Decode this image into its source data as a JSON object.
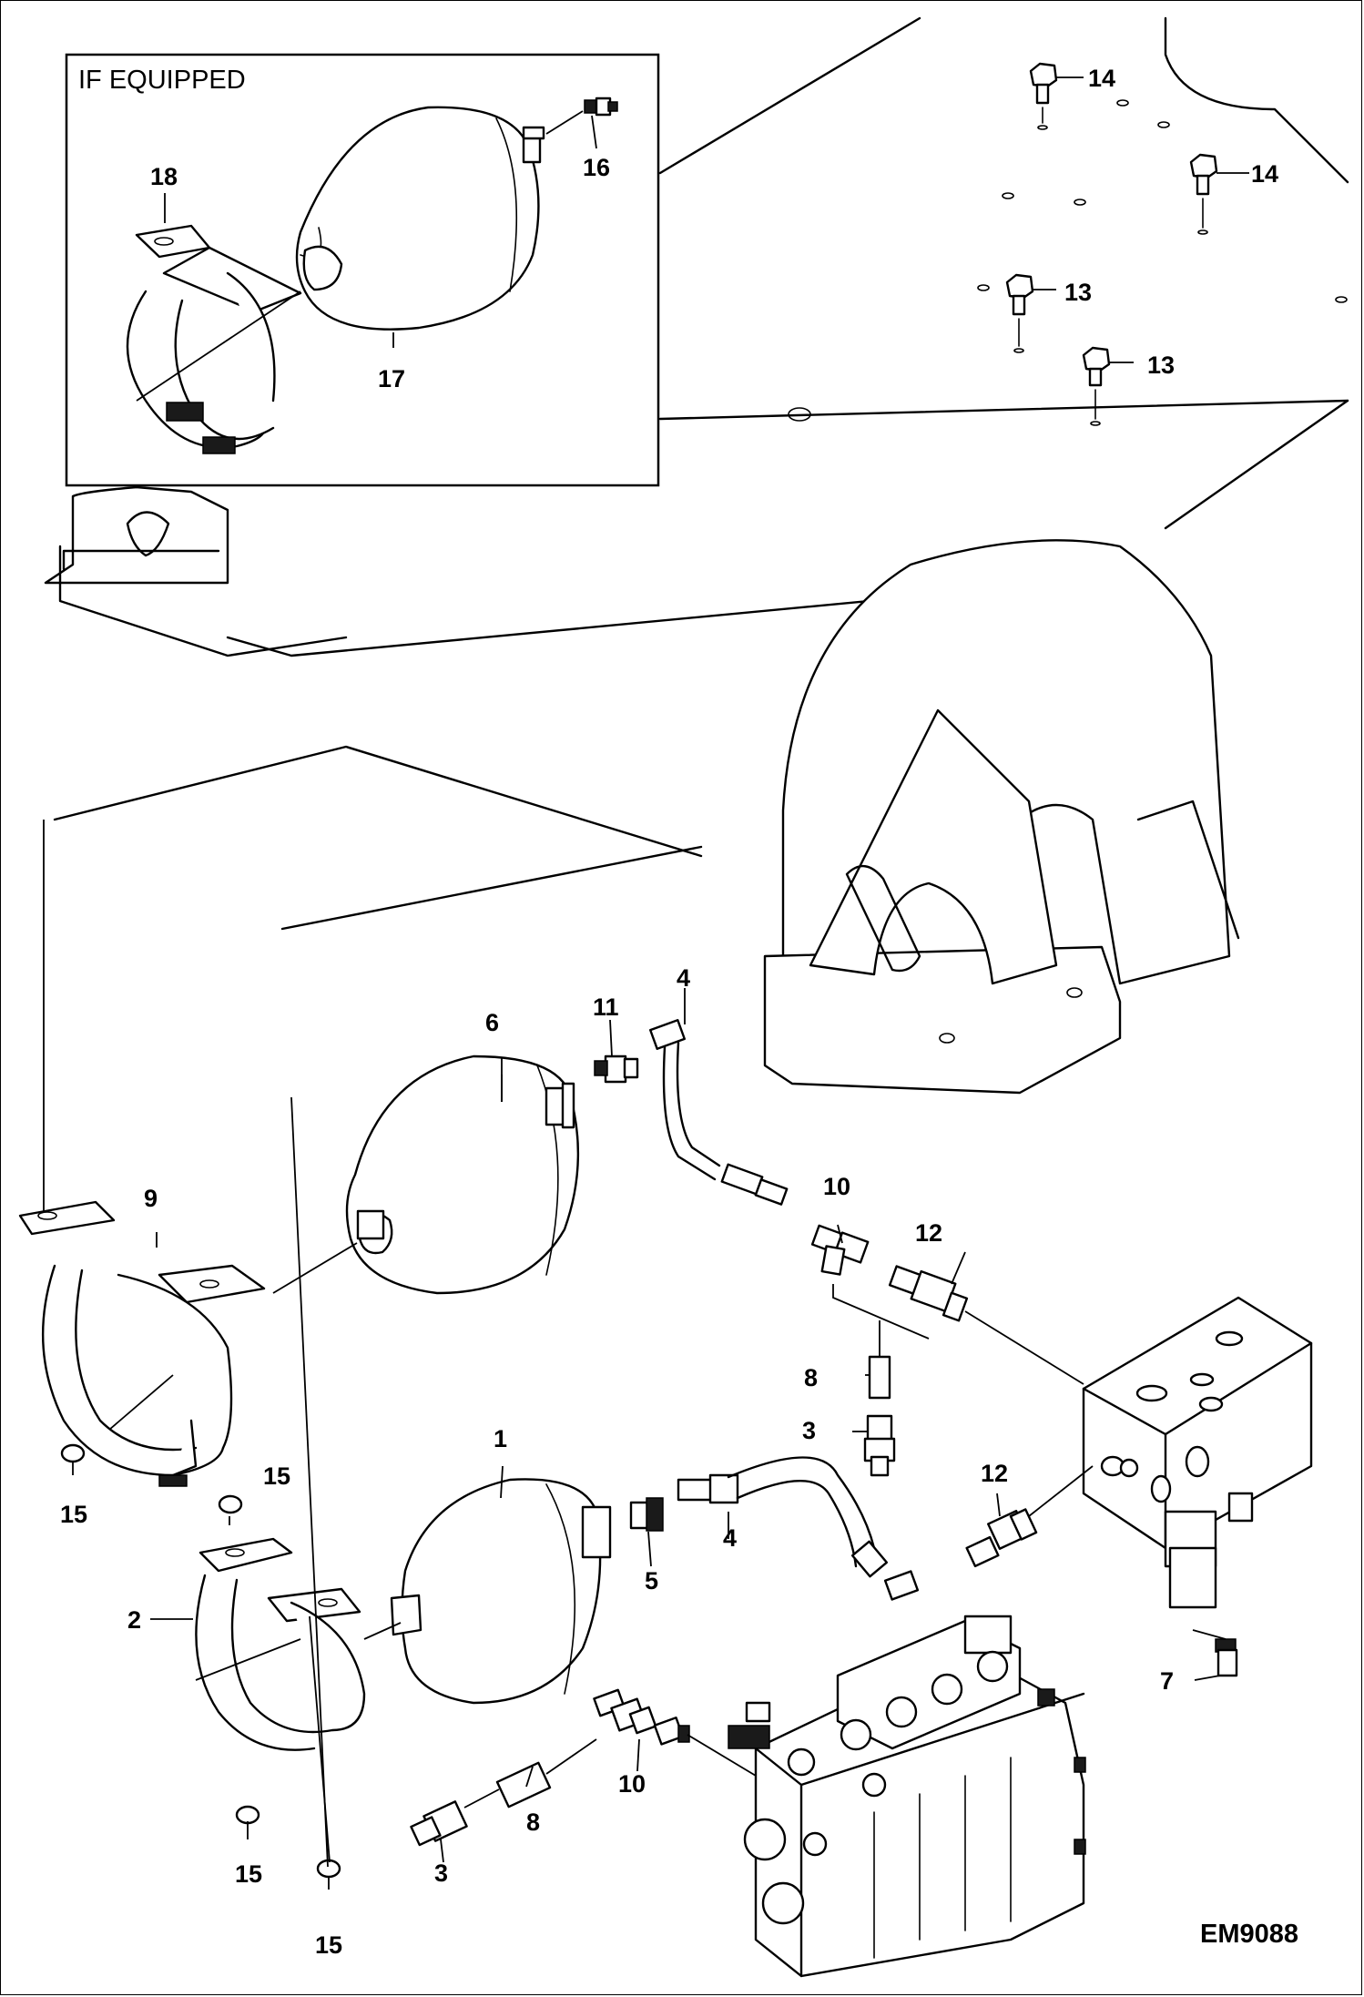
{
  "inset": {
    "title": "IF EQUIPPED"
  },
  "drawing_id": "EM9088",
  "callouts": [
    {
      "label": "1"
    },
    {
      "label": "2"
    },
    {
      "label": "3"
    },
    {
      "label": "3"
    },
    {
      "label": "4"
    },
    {
      "label": "4"
    },
    {
      "label": "5"
    },
    {
      "label": "6"
    },
    {
      "label": "7"
    },
    {
      "label": "8"
    },
    {
      "label": "8"
    },
    {
      "label": "9"
    },
    {
      "label": "10"
    },
    {
      "label": "10"
    },
    {
      "label": "11"
    },
    {
      "label": "12"
    },
    {
      "label": "12"
    },
    {
      "label": "13"
    },
    {
      "label": "13"
    },
    {
      "label": "14"
    },
    {
      "label": "14"
    },
    {
      "label": "15"
    },
    {
      "label": "15"
    },
    {
      "label": "15"
    },
    {
      "label": "15"
    },
    {
      "label": "16"
    },
    {
      "label": "17"
    },
    {
      "label": "18"
    }
  ]
}
